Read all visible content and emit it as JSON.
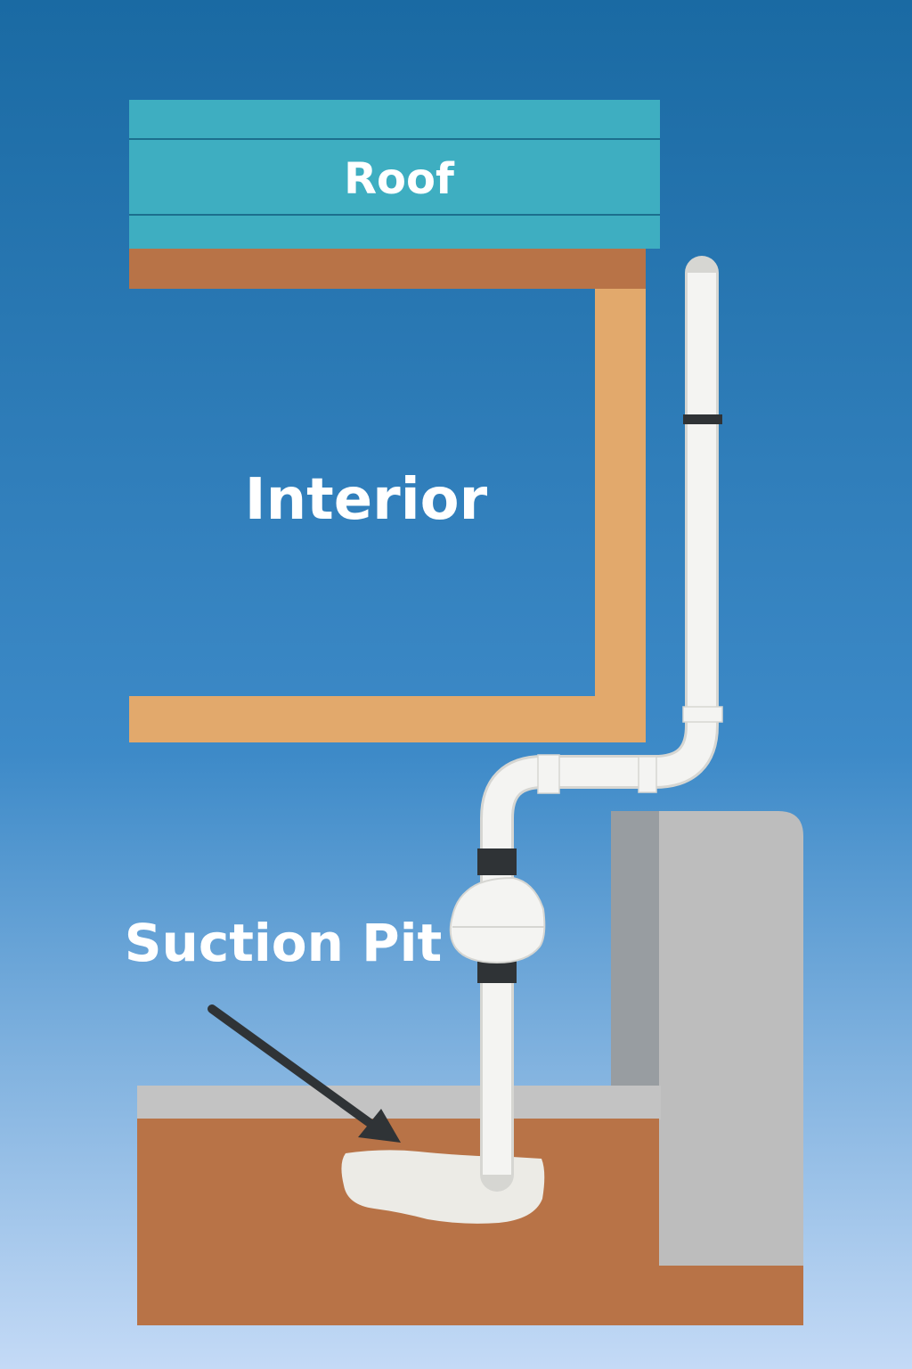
{
  "labels": {
    "roof": "Roof",
    "interior": "Interior",
    "suction_pit": "Suction Pit"
  },
  "colors": {
    "sky_top": "#1a6aa3",
    "sky_mid": "#3d8ac8",
    "sky_bottom": "#c4daf6",
    "roof": "#3eaec1",
    "roof_line": "#1c6f8e",
    "roof_beam": "#b87347",
    "wall": "#e2a96c",
    "soil": "#b87347",
    "slab": "#c3c3c3",
    "foundation": "#bdbdbd",
    "foundation_shadow": "#989da1",
    "pipe": "#f4f4f2",
    "pipe_shadow": "#d6d6d2",
    "band": "#2f3336",
    "pit": "#ecebe6",
    "arrow": "#2f3336"
  }
}
